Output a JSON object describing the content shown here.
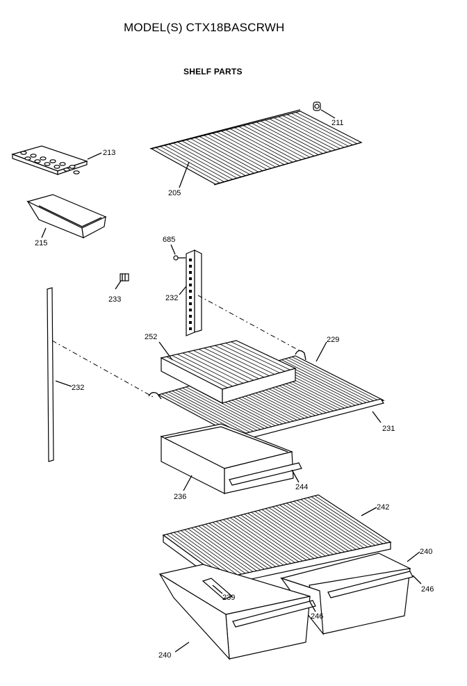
{
  "header": {
    "title": "MODEL(S) CTX18BASCRWH",
    "subtitle": "SHELF PARTS"
  },
  "callouts": [
    "211",
    "213",
    "205",
    "215",
    "685",
    "233",
    "232",
    "232",
    "252",
    "229",
    "231",
    "236",
    "244",
    "242",
    "240",
    "246",
    "239",
    "246",
    "240"
  ],
  "colors": {
    "line": "#000000",
    "background": "#ffffff"
  }
}
